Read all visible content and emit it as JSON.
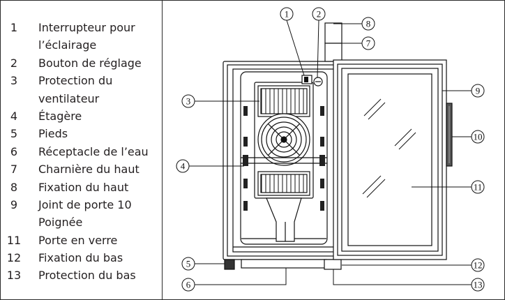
{
  "legend": {
    "items": [
      {
        "number": "1",
        "lines": [
          "Interrupteur pour",
          "l’éclairage"
        ]
      },
      {
        "number": "2",
        "lines": [
          "Bouton de réglage"
        ]
      },
      {
        "number": "3",
        "lines": [
          "Protection du",
          "ventilateur"
        ]
      },
      {
        "number": "4",
        "lines": [
          "Étagère"
        ]
      },
      {
        "number": "5",
        "lines": [
          "Pieds"
        ]
      },
      {
        "number": "6",
        "lines": [
          "Réceptacle de l’eau"
        ]
      },
      {
        "number": "7",
        "lines": [
          "Charnière du haut"
        ]
      },
      {
        "number": "8",
        "lines": [
          "Fixation du haut"
        ]
      },
      {
        "number": "9",
        "lines": [
          "Joint de porte 10",
          "Poignée"
        ]
      },
      {
        "number": "11",
        "lines": [
          "Porte en verre"
        ]
      },
      {
        "number": "12",
        "lines": [
          "Fixation du bas"
        ]
      },
      {
        "number": "13",
        "lines": [
          "Protection du bas"
        ]
      }
    ]
  },
  "diagram": {
    "callouts": [
      "1",
      "2",
      "3",
      "4",
      "5",
      "6",
      "7",
      "8",
      "9",
      "10",
      "11",
      "12",
      "13"
    ]
  }
}
